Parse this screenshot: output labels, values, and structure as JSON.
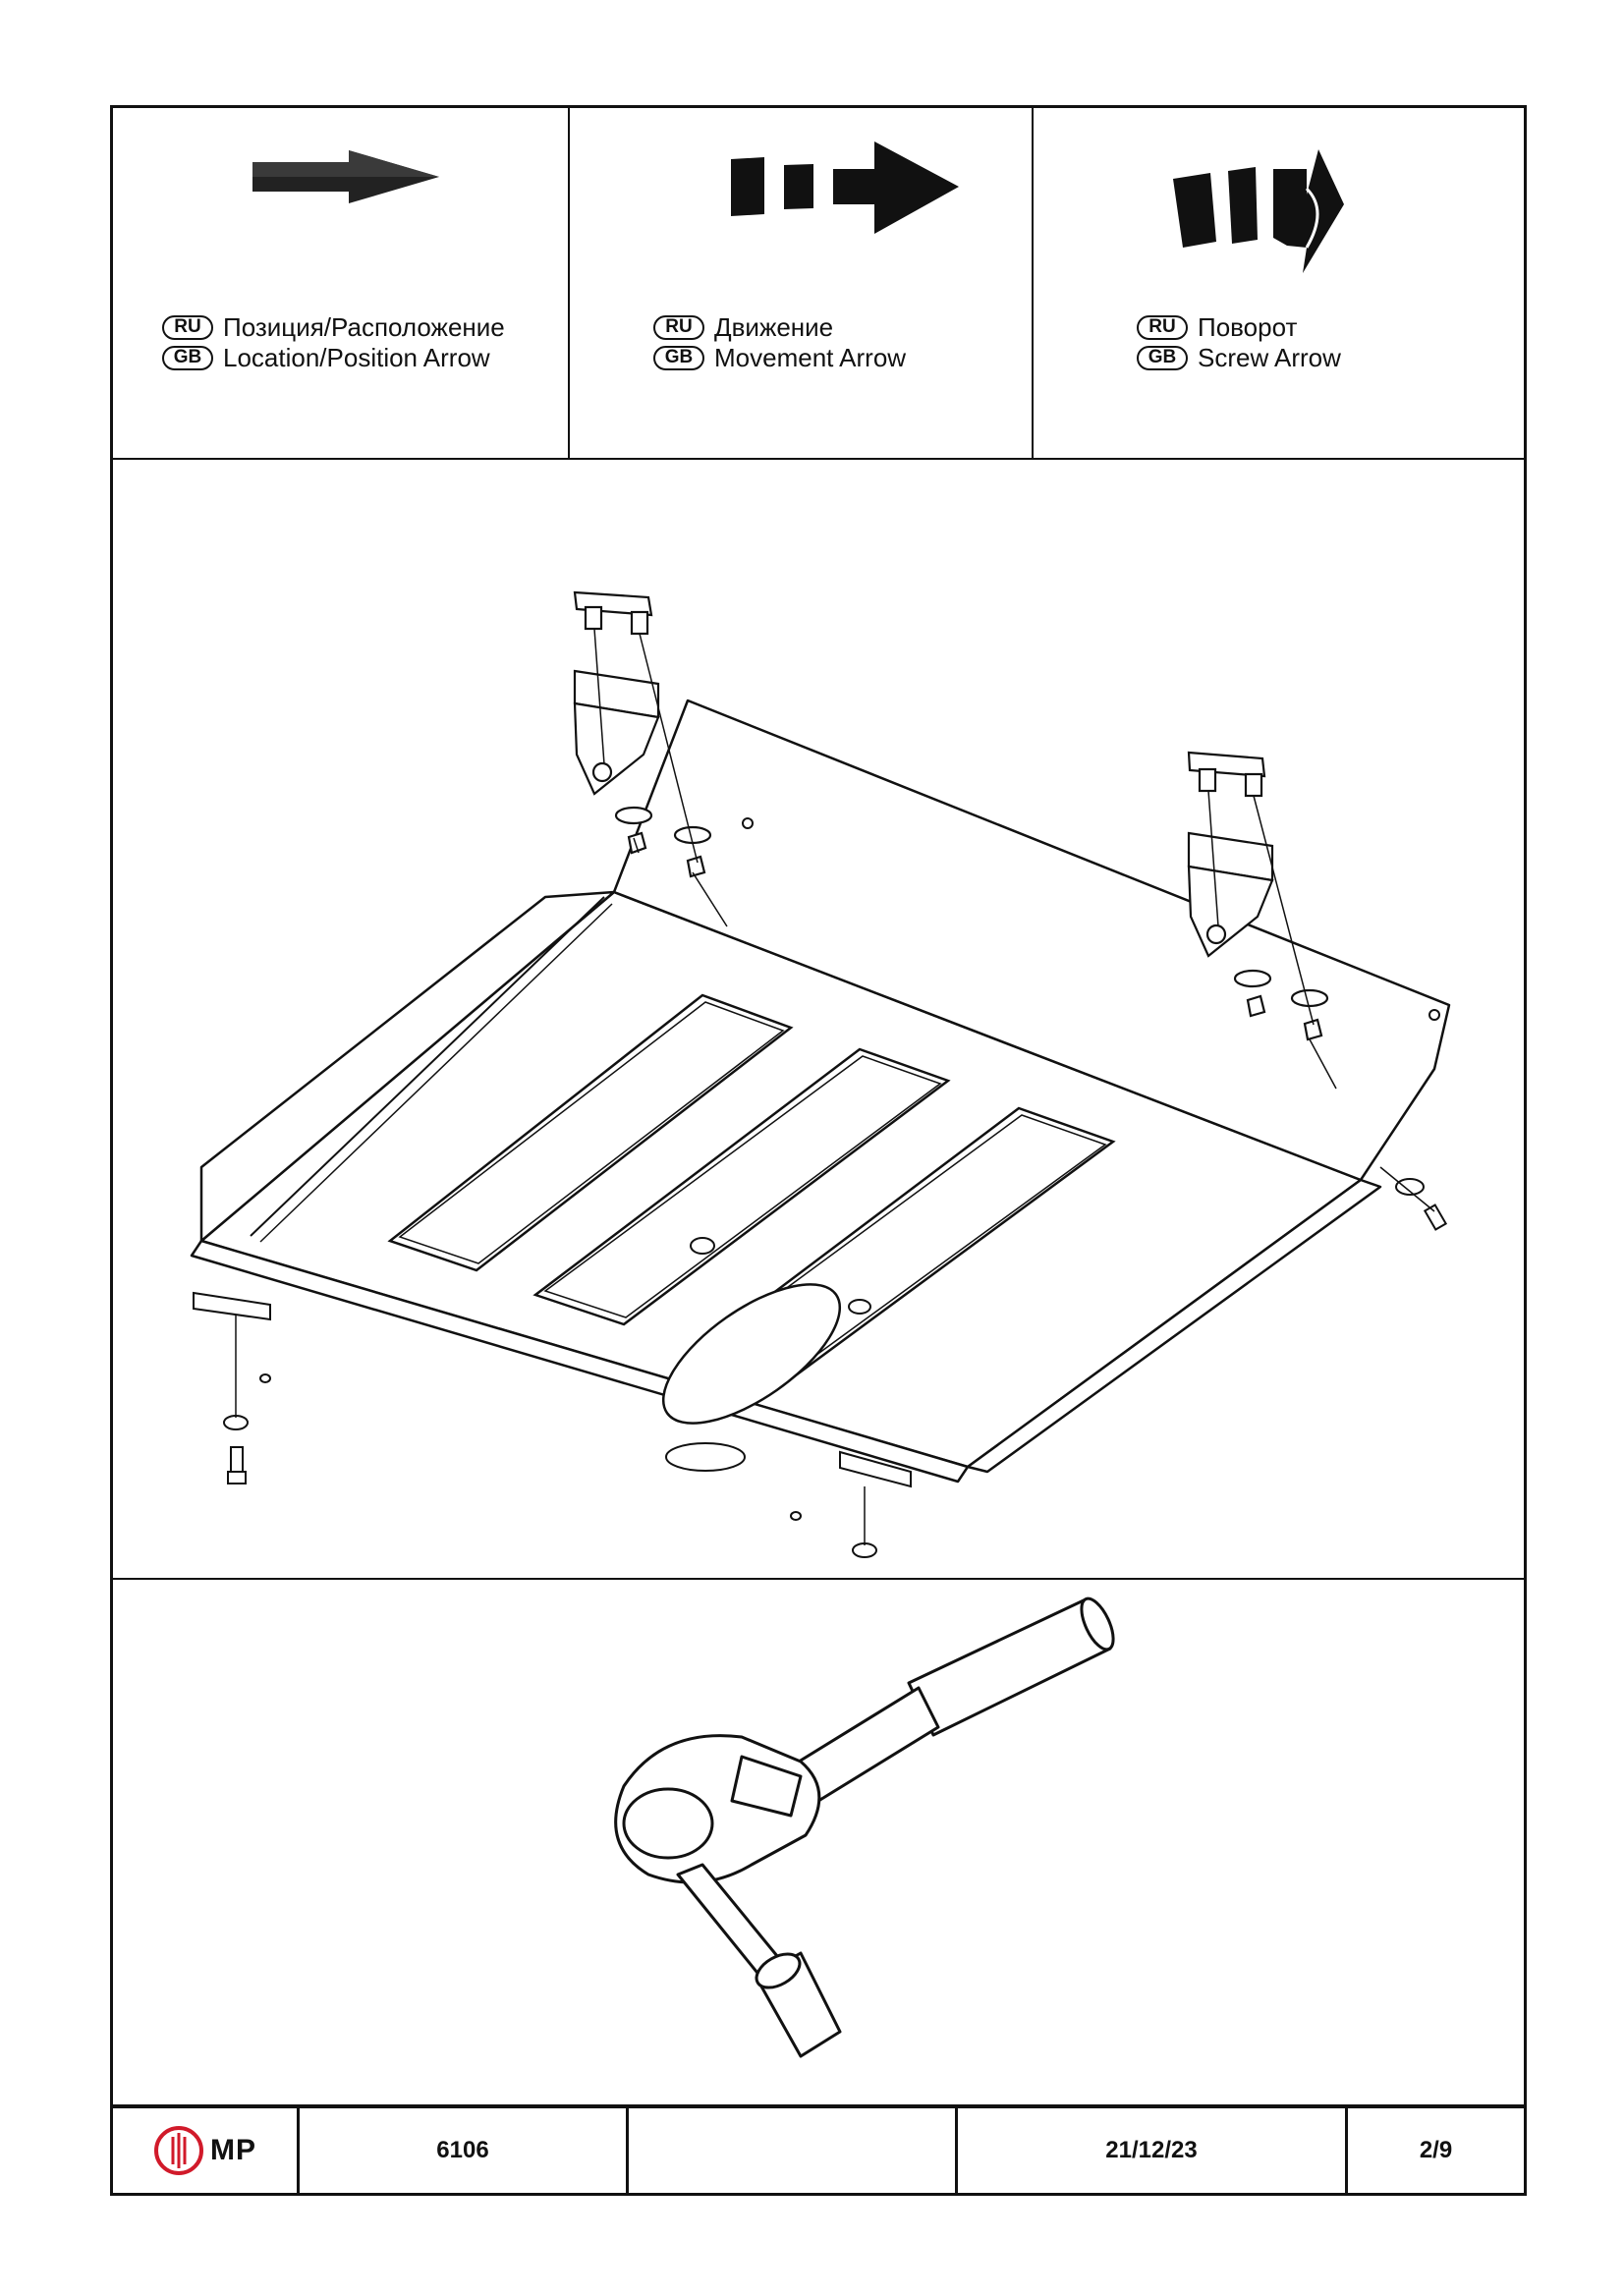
{
  "legend": [
    {
      "ru_code": "RU",
      "ru_text": "Позиция/Расположение",
      "gb_code": "GB",
      "gb_text": "Location/Position Arrow",
      "icon": "location-arrow-icon"
    },
    {
      "ru_code": "RU",
      "ru_text": "Движение",
      "gb_code": "GB",
      "gb_text": "Movement Arrow",
      "icon": "movement-arrow-icon"
    },
    {
      "ru_code": "RU",
      "ru_text": "Поворот",
      "gb_code": "GB",
      "gb_text": "Screw Arrow",
      "icon": "screw-arrow-icon"
    }
  ],
  "diagram": {
    "icon": "skid-plate-exploded-view-icon"
  },
  "tool": {
    "icon": "ratchet-wrench-icon"
  },
  "title_block": {
    "logo_text": "MP",
    "logo_color": "#d11a2a",
    "part_number": "6106",
    "blank": "",
    "date": "21/12/23",
    "page": "2/9"
  }
}
